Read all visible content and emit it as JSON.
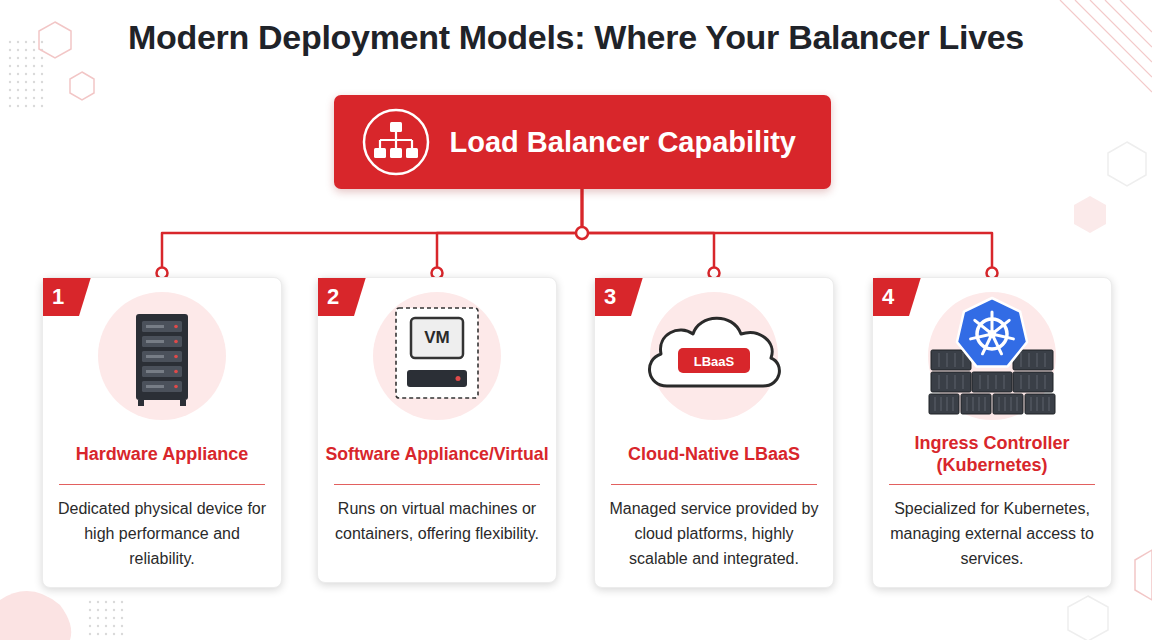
{
  "diagram": {
    "title": "Modern Deployment Models: Where Your Balancer Lives",
    "nodes": [
      {
        "text": [
          "Load Balancer Capability"
        ]
      },
      {
        "text": [
          "Hardware Appliance",
          "Dedicated physical device for high performance and reliability."
        ]
      },
      {
        "text": [
          "Software Appliance/Virtual",
          "Runs on virtual machines or containers, offering flexibility."
        ]
      },
      {
        "text": [
          "Cloud-Native LBaaS",
          "Managed service provided by cloud platforms, highly scalable and integrated."
        ]
      },
      {
        "text": [
          "Ingress Controller (Kubernetes)",
          "Specialized for Kubernetes, managing external access to services."
        ]
      }
    ],
    "edges": [
      {
        "from": 0,
        "to": 1,
        "arrow": "none"
      },
      {
        "from": 0,
        "to": 2,
        "arrow": "none"
      },
      {
        "from": 0,
        "to": 3,
        "arrow": "none"
      },
      {
        "from": 0,
        "to": 4,
        "arrow": "none"
      }
    ],
    "labels": [
      "1",
      "2",
      "3",
      "4",
      "VM",
      "LBaaS"
    ]
  }
}
